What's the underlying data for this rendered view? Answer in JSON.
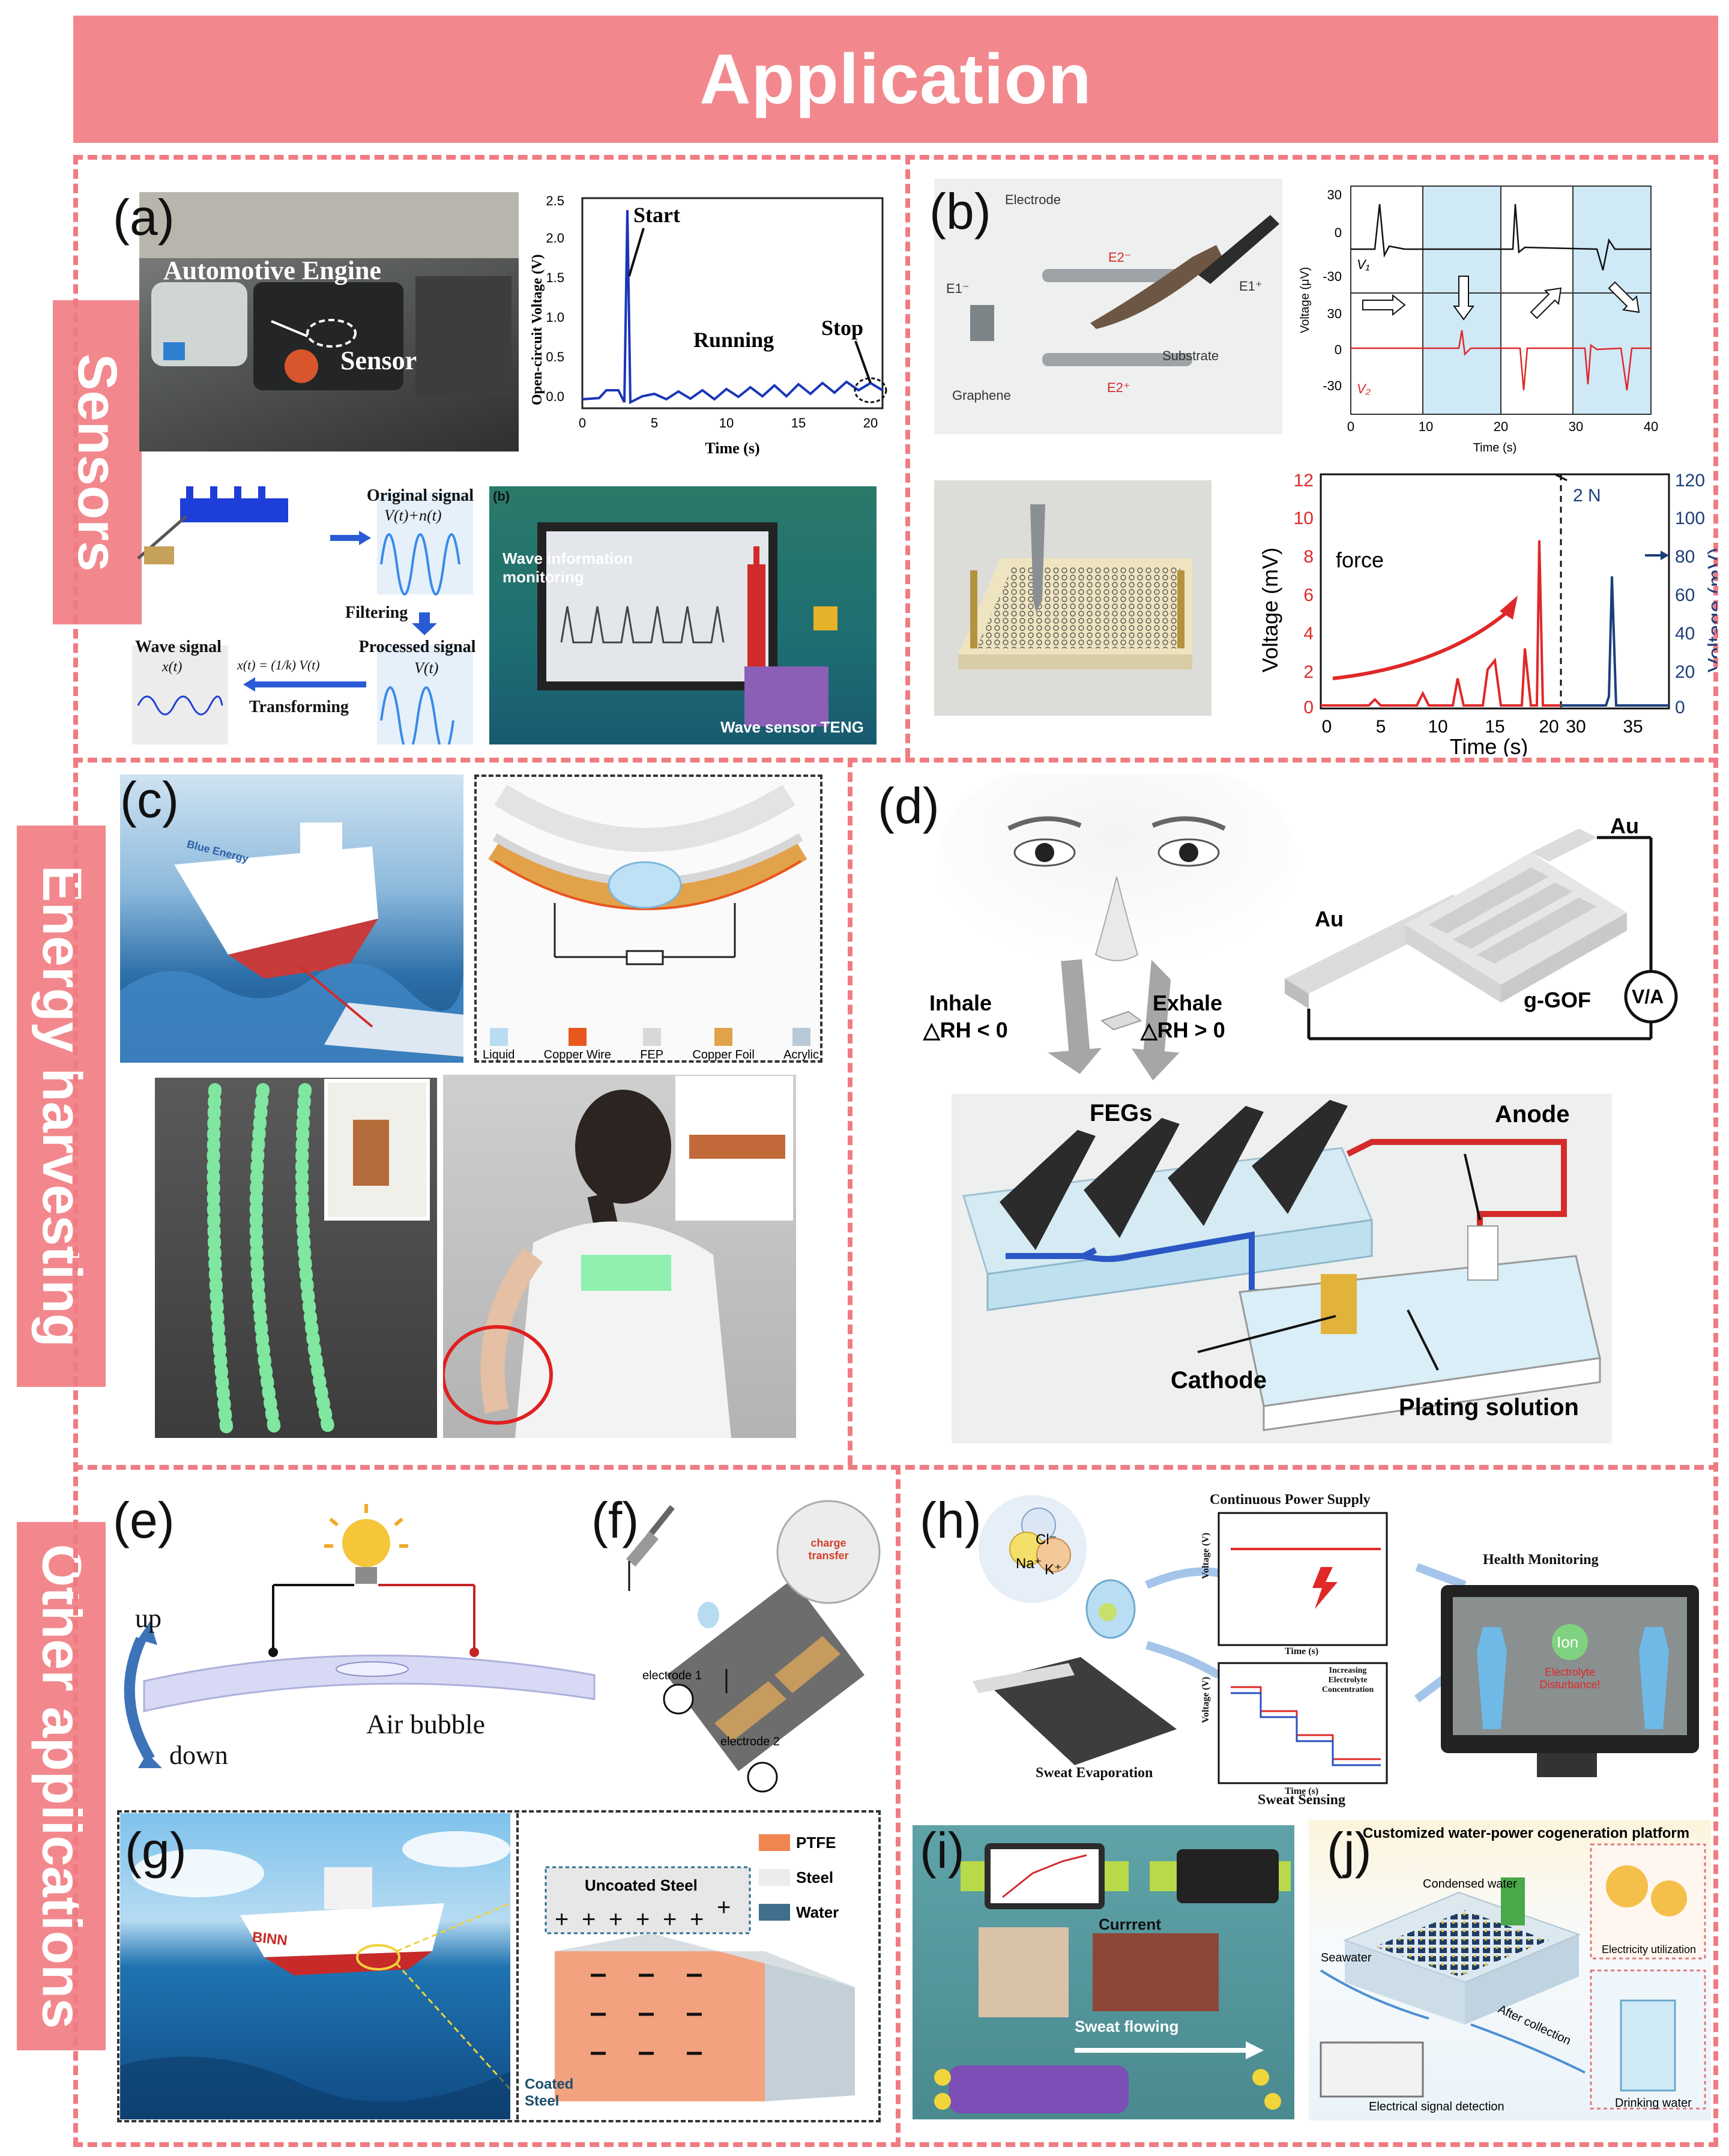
{
  "header": {
    "title": "Application"
  },
  "sections": {
    "sensors": "Sensors",
    "energy": "Energy harvesting",
    "other": "Other applications"
  },
  "panel_a": {
    "label": "(a)",
    "photo_engine": "Automotive Engine",
    "photo_sensor": "Sensor",
    "plot_ylabel": "Open-circuit Voltage (V)",
    "plot_xlabel": "Time (s)",
    "plot_yticks": [
      "0.0",
      "0.5",
      "1.0",
      "1.5",
      "2.0",
      "2.5"
    ],
    "plot_xticks": [
      "0",
      "5",
      "10",
      "15",
      "20"
    ],
    "ann_start": "Start",
    "ann_running": "Running",
    "ann_stop": "Stop",
    "flow_original": "Original signal",
    "flow_original_eq": "V(t)+n(t)",
    "flow_filtering": "Filtering",
    "flow_processed": "Processed signal",
    "flow_processed_eq": "V(t)",
    "flow_wave": "Wave signal",
    "flow_wave_eq": "x(t)",
    "flow_transform_eq": "x(t) = (1/k) V(t)",
    "flow_transforming": "Transforming",
    "photo_b_tag": "(b)",
    "photo_wave_info": "Wave information monitoring",
    "photo_wave_sensor": "Wave sensor TENG"
  },
  "panel_b": {
    "label": "(b)",
    "photo_electrode": "Electrode",
    "photo_graphene": "Graphene",
    "photo_substrate": "Substrate",
    "photo_e1m": "E1⁻",
    "photo_e1p": "E1⁺",
    "photo_e2m": "E2⁻",
    "photo_e2p": "E2⁺",
    "plot1_ylabel": "Voltage (μV)",
    "plot1_xlabel": "Time (s)",
    "plot1_yticks": [
      "30",
      "0",
      "-30",
      "30",
      "0",
      "-30"
    ],
    "plot1_xticks": [
      "0",
      "10",
      "20",
      "30",
      "40"
    ],
    "plot1_v1": "V₁",
    "plot1_v2": "V₂",
    "plot2_force": "force",
    "plot2_2n": "2 N",
    "plot2_ylabel_left": "Voltage (mV)",
    "plot2_ylabel_right": "Voltage (mV)",
    "plot2_xlabel": "Time (s)",
    "plot2_left_ticks": [
      "0",
      "2",
      "4",
      "6",
      "8",
      "10",
      "12"
    ],
    "plot2_right_ticks": [
      "0",
      "20",
      "40",
      "60",
      "80",
      "100",
      "120"
    ],
    "plot2_xticks": [
      "0",
      "5",
      "10",
      "15",
      "20",
      "30",
      "35"
    ]
  },
  "panel_c": {
    "label": "(c)",
    "legend": [
      "Liquid",
      "Copper Wire",
      "FEP",
      "Copper Foil",
      "Acrylic"
    ],
    "legend_colors": [
      "#b9dcf2",
      "#e8571e",
      "#d8d8d8",
      "#e0a24a",
      "#b8c8d6"
    ],
    "ship_text": "Blue Energy"
  },
  "panel_d": {
    "label": "(d)",
    "inhale": "Inhale",
    "inhale_rh": "△RH < 0",
    "exhale": "Exhale",
    "exhale_rh": "△RH > 0",
    "au_left": "Au",
    "au_right": "Au",
    "ggof": "g-GOF",
    "meter": "V/A",
    "fegs": "FEGs",
    "anode": "Anode",
    "cathode": "Cathode",
    "plating": "Plating solution"
  },
  "panel_e": {
    "label": "(e)",
    "up": "up",
    "down": "down",
    "bubble": "Air bubble"
  },
  "panel_f": {
    "label": "(f)",
    "charge": "charge transfer",
    "electrode1": "electrode 1",
    "electrode2": "electrode 2"
  },
  "panel_g": {
    "label": "(g)",
    "ship": "BINN",
    "uncoated": "Uncoated Steel",
    "coated": "Coated Steel",
    "legend": [
      "PTFE",
      "Steel",
      "Water"
    ],
    "legend_colors": [
      "#f08550",
      "#ececec",
      "#3f6f8c"
    ]
  },
  "panel_h": {
    "label": "(h)",
    "ions": [
      "Cl⁻",
      "Na⁺",
      "K⁺"
    ],
    "cps_title": "Continuous Power Supply",
    "cps_ylabel": "Voltage (V)",
    "cps_xlabel": "Time (s)",
    "sweat_evap": "Sweat Evaporation",
    "sensing_ylabel": "Voltage (V)",
    "sensing_xlabel": "Time (s)",
    "sensing_note": "Increasing Electrolyte Concentration",
    "sweat_sensing": "Sweat Sensing",
    "health": "Health Monitoring",
    "ion": "Ion",
    "disturbance": "Electrolyte Disturbance!"
  },
  "panel_i": {
    "label": "(i)",
    "current": "Currrent",
    "sweat_flowing": "Sweat flowing"
  },
  "panel_j": {
    "label": "(j)",
    "title": "Customized water-power cogeneration platform",
    "condensed": "Condensed water",
    "seawater": "Seawater",
    "electricity": "Electricity utilization",
    "after": "After collection",
    "detection": "Electrical signal detection",
    "drinking": "Drinking water"
  }
}
